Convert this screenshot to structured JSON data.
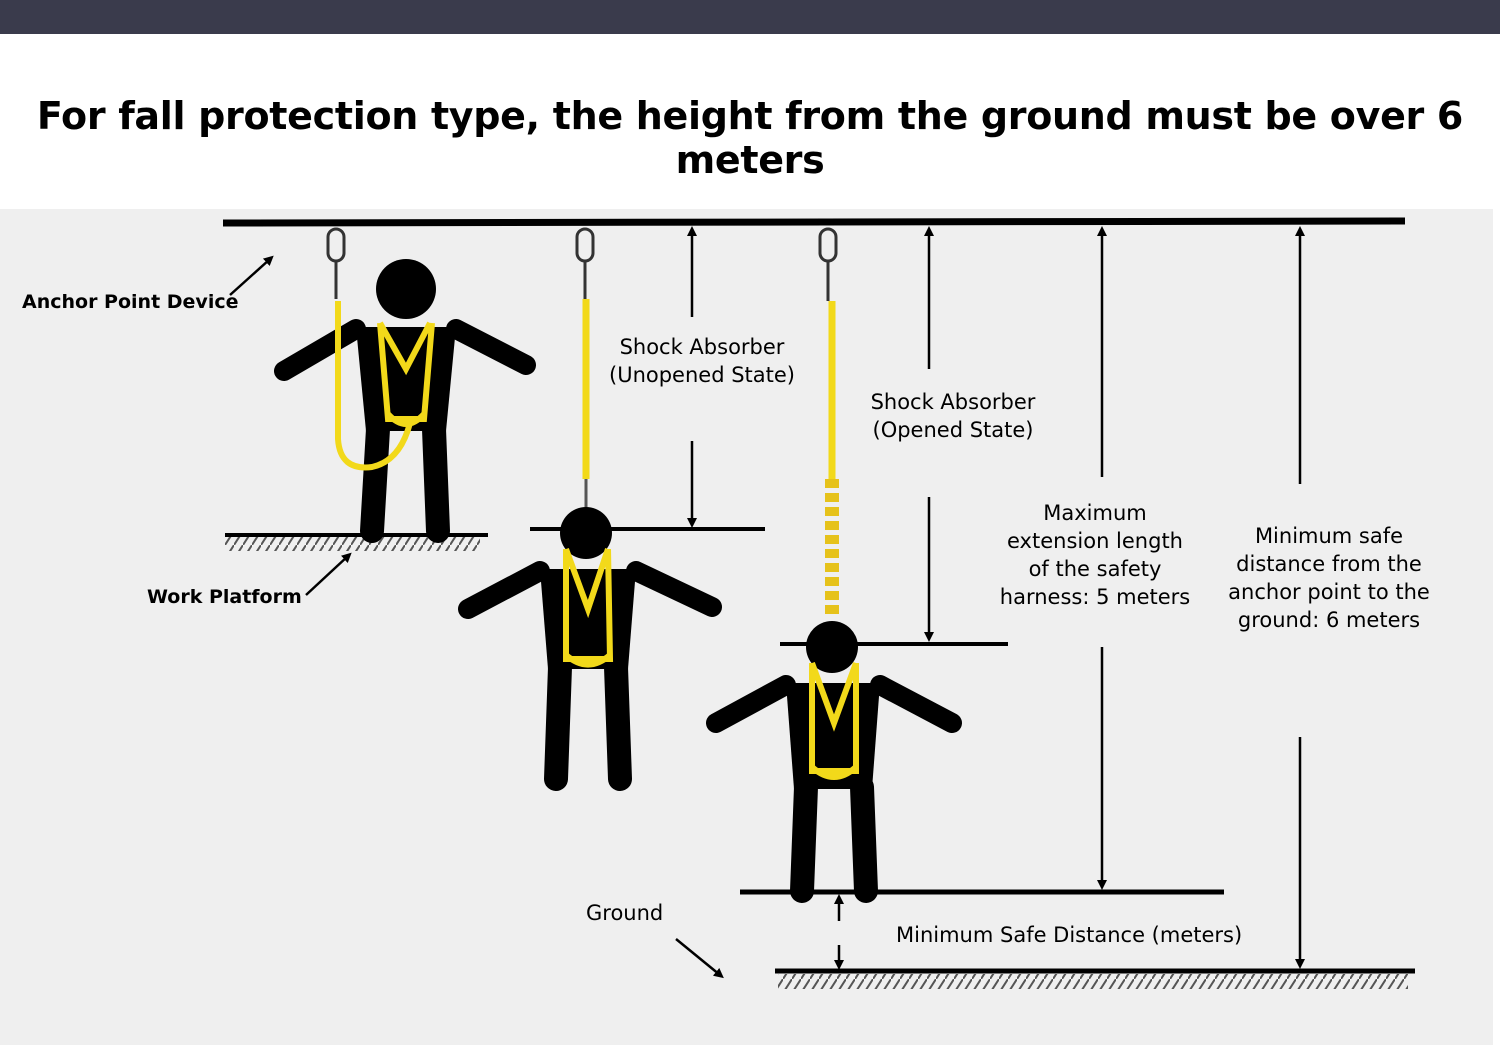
{
  "title": "For fall protection type, the height from the ground must be over 6 meters",
  "colors": {
    "topbar": "#3a3b4c",
    "panel": "#efefef",
    "harness": "#f2d91a",
    "figure": "#000000"
  },
  "labels": {
    "anchor_point": "Anchor Point Device",
    "work_platform": "Work Platform",
    "shock_unopened_1": "Shock Absorber",
    "shock_unopened_2": "(Unopened State)",
    "shock_opened_1": "Shock Absorber",
    "shock_opened_2": "(Opened State)",
    "max_ext_1": "Maximum",
    "max_ext_2": "extension length",
    "max_ext_3": "of the safety",
    "max_ext_4": "harness: 5 meters",
    "min_safe_1": "Minimum safe",
    "min_safe_2": "distance from the",
    "min_safe_3": "anchor point to the",
    "min_safe_4": "ground: 6 meters",
    "ground": "Ground",
    "min_safe_distance": "Minimum Safe Distance (meters)"
  }
}
